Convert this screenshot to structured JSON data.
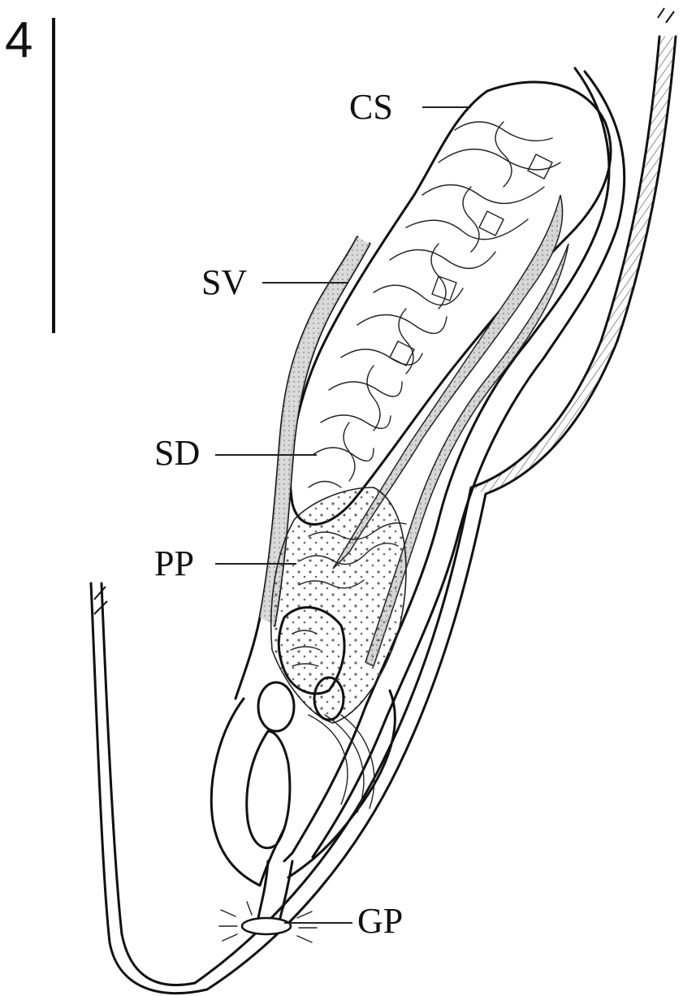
{
  "figure": {
    "panel_number": "4",
    "labels": {
      "cs": "CS",
      "sv": "SV",
      "sd": "SD",
      "pp": "PP",
      "gp": "GP"
    },
    "colors": {
      "ink": "#111111",
      "background": "#ffffff",
      "stipple": "#bdbdbd"
    }
  }
}
